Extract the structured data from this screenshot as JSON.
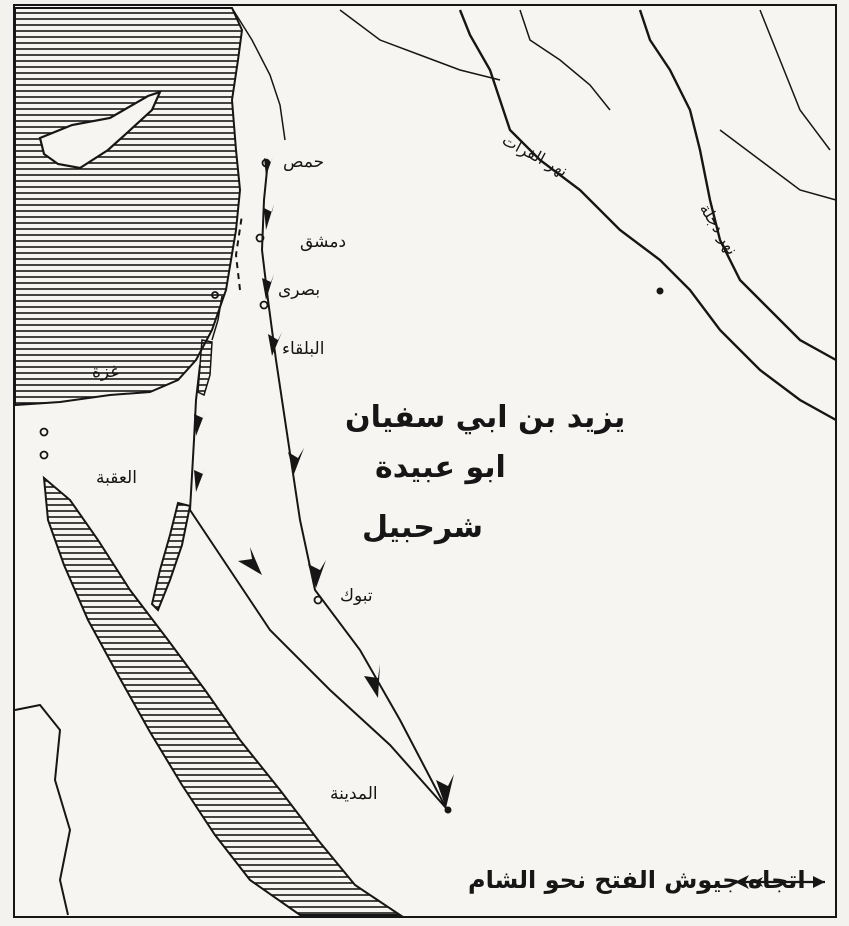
{
  "map": {
    "cities": {
      "homs": "حمص",
      "damascus": "دمشق",
      "busra": "بصرى",
      "balqa": "البلقاء",
      "gaza": "غزة",
      "aqaba": "العقبة",
      "tabuk": "تبوك",
      "medina": "المدينة"
    },
    "rivers": {
      "euphrates": "نهر الفرات",
      "tigris": "نهر دجلة"
    },
    "commanders": [
      "يزيد بن ابي سفيان",
      "ابو عبيدة",
      "شرحبيل"
    ],
    "legend": {
      "text": "اتجاه جيوش الفتح نحو الشام"
    },
    "colors": {
      "ink": "#161616",
      "paper": "#f4f2ee"
    }
  }
}
